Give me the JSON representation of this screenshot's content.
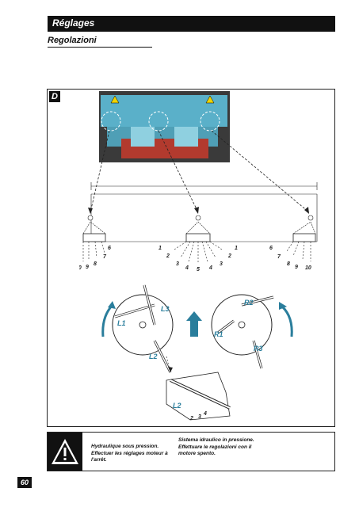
{
  "header": {
    "title": "Réglages"
  },
  "subtitle": "Regolazioni",
  "figure": {
    "letter": "D",
    "left_ticks": [
      "10",
      "9",
      "8",
      "7",
      "6"
    ],
    "center_ticks": [
      "1",
      "2",
      "3",
      "4",
      "5",
      "4",
      "3",
      "2",
      "1"
    ],
    "right_ticks": [
      "6",
      "7",
      "8",
      "9",
      "10"
    ],
    "disc_labels": {
      "l1": "L1",
      "l2": "L2",
      "l3": "L3",
      "r1": "R1",
      "r2": "R2",
      "r3": "R3"
    },
    "detail": {
      "label": "L2",
      "marks": [
        "2",
        "3",
        "4"
      ]
    }
  },
  "warning": {
    "icon": "warning-triangle-icon",
    "text_fr": "Hydraulique sous pression. Effectuer les réglages moteur à l'arrêt.",
    "text_it": "Sistema idraulico in pressione. Effettuare le regolazioni con il motore spento."
  },
  "page_number": "60",
  "colors": {
    "accent": "#2a7e9c",
    "photo_blue": "#5ab0c9",
    "photo_red": "#b23a2e",
    "black": "#111111"
  }
}
